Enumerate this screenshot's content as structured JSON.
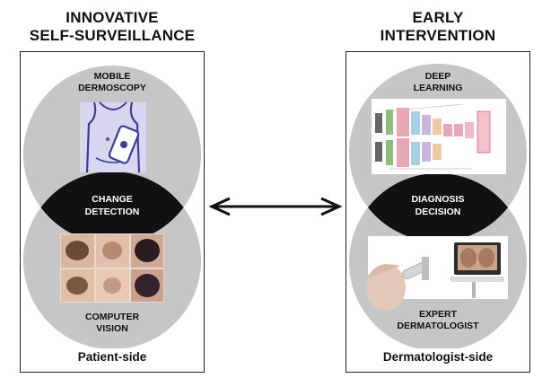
{
  "left": {
    "heading": [
      "INNOVATIVE",
      "SELF-SURVEILLANCE"
    ],
    "top_circle": [
      "MOBILE",
      "DERMOSCOPY"
    ],
    "lens": [
      "CHANGE",
      "DETECTION"
    ],
    "bottom_circle": [
      "COMPUTER",
      "VISION"
    ],
    "footer": "Patient-side"
  },
  "right": {
    "heading": [
      "EARLY",
      "INTERVENTION"
    ],
    "top_circle": [
      "DEEP",
      "LEARNING"
    ],
    "lens": [
      "DIAGNOSIS",
      "DECISION"
    ],
    "bottom_circle": [
      "EXPERT",
      "DERMATOLOGIST"
    ],
    "footer": "Dermatologist-side"
  },
  "colors": {
    "circle_fill": "#c6c6c6",
    "lens_fill": "#111111",
    "border": "#222222"
  },
  "connector": "double-headed-arrow",
  "icons": [
    "torso-phone-dermoscopy-icon",
    "lesion-grid-image",
    "cnn-architecture-image",
    "dermatologist-device-image"
  ]
}
